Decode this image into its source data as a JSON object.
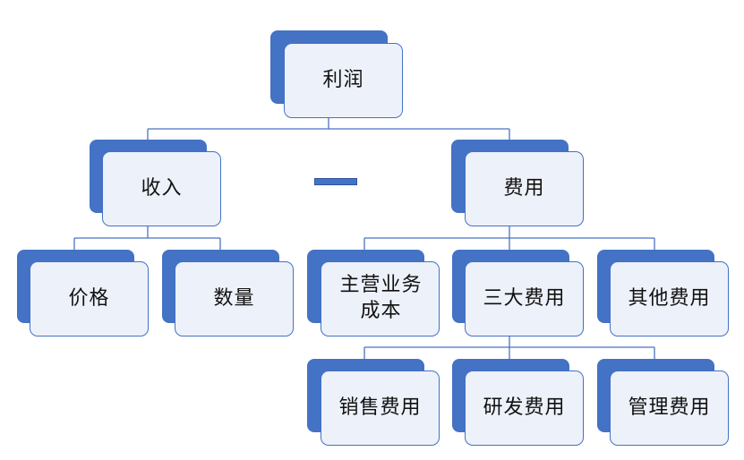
{
  "nodes": {
    "profit": "利润",
    "revenue": "收入",
    "expense": "费用",
    "price": "价格",
    "quantity": "数量",
    "main_business_cost": "主营业务成本",
    "three_expenses": "三大费用",
    "other_expenses": "其他费用",
    "sales_expense": "销售费用",
    "rd_expense": "研发费用",
    "admin_expense": "管理费用"
  },
  "operator": "minus",
  "colors": {
    "accent": "#4472c4",
    "card_fill": "#edf1f9",
    "text": "#111111"
  }
}
